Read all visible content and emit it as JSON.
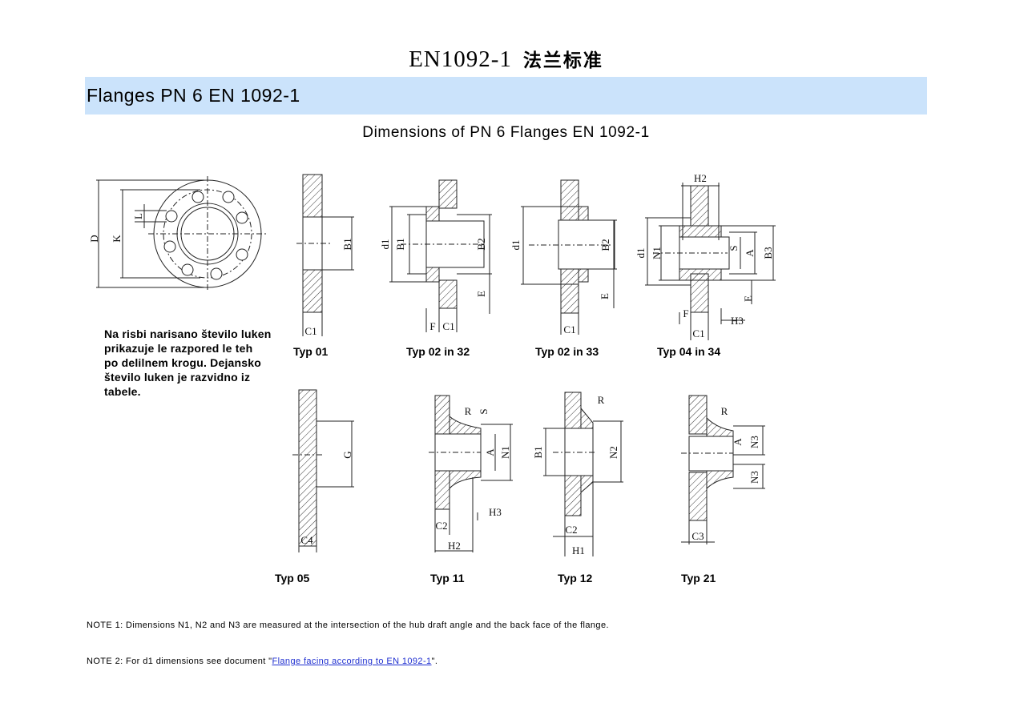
{
  "header": {
    "title": "EN1092-1",
    "title_cn": "法兰标准"
  },
  "banner": {
    "text": "Flanges PN 6 EN 1092-1"
  },
  "subtitle": "Dimensions of PN 6 Flanges EN 1092-1",
  "paragraph": {
    "lines": [
      "Na risbi narisano število luken",
      "prikazuje le razpored le teh",
      "po delilnem krogu. Dejansko",
      "število luken je razvidno iz",
      "tabele."
    ]
  },
  "types": {
    "t01": "Typ 01",
    "t02_32": "Typ 02 in 32",
    "t02_33": "Typ 02 in 33",
    "t04_34": "Typ 04 in 34",
    "t05": "Typ 05",
    "t11": "Typ 11",
    "t12": "Typ 12",
    "t21": "Typ 21"
  },
  "dims": {
    "D": "D",
    "K": "K",
    "L": "L",
    "B1": "B1",
    "B2": "B2",
    "B3": "B3",
    "d1": "d1",
    "C1": "C1",
    "C2": "C2",
    "C3": "C3",
    "C4": "C4",
    "E": "E",
    "F": "F",
    "H1": "H1",
    "H2": "H2",
    "H3": "H3",
    "N1": "N1",
    "N2": "N2",
    "N3": "N3",
    "S": "S",
    "A": "A",
    "G": "G",
    "R": "R"
  },
  "notes": {
    "note1": "NOTE 1: Dimensions N1, N2 and N3 are measured at the intersection of the hub draft angle and the back face of the flange.",
    "note2_prefix": "NOTE 2: For d1 dimensions see document \"",
    "note2_link": "Flange facing according to EN 1092-1",
    "note2_suffix": "\"."
  }
}
